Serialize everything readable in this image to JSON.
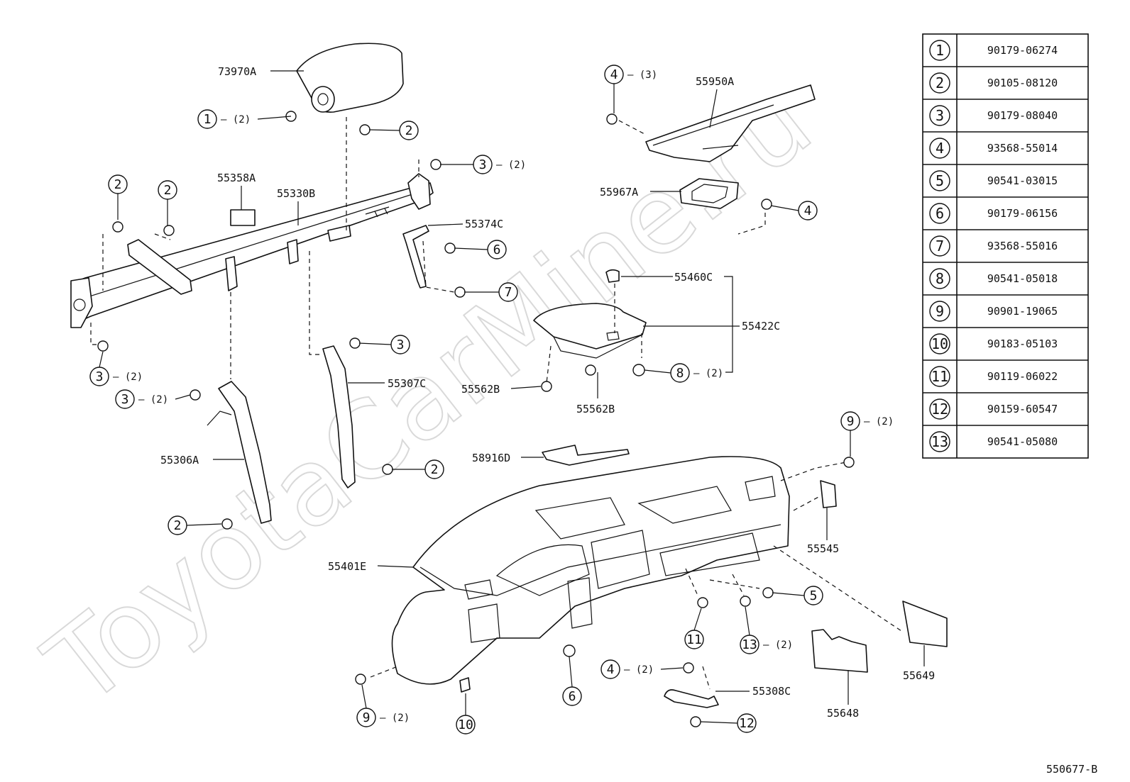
{
  "watermark": "ToyotaCarMine.ru",
  "drawing_id": "550677-B",
  "legend": [
    {
      "num": "1",
      "part": "90179-06274"
    },
    {
      "num": "2",
      "part": "90105-08120"
    },
    {
      "num": "3",
      "part": "90179-08040"
    },
    {
      "num": "4",
      "part": "93568-55014"
    },
    {
      "num": "5",
      "part": "90541-03015"
    },
    {
      "num": "6",
      "part": "90179-06156"
    },
    {
      "num": "7",
      "part": "93568-55016"
    },
    {
      "num": "8",
      "part": "90541-05018"
    },
    {
      "num": "9",
      "part": "90901-19065"
    },
    {
      "num": "10",
      "part": "90183-05103"
    },
    {
      "num": "11",
      "part": "90119-06022"
    },
    {
      "num": "12",
      "part": "90159-60547"
    },
    {
      "num": "13",
      "part": "90541-05080"
    }
  ],
  "part_labels": {
    "p73970A": "73970A",
    "p55358A": "55358A",
    "p55330B": "55330B",
    "p55374C": "55374C",
    "p55307C": "55307C",
    "p55306A": "55306A",
    "p55950A": "55950A",
    "p55967A": "55967A",
    "p55460C": "55460C",
    "p55422C": "55422C",
    "p55562B_a": "55562B",
    "p55562B_b": "55562B",
    "p58916D": "58916D",
    "p55401E": "55401E",
    "p55545": "55545",
    "p55308C": "55308C",
    "p55649": "55649",
    "p55648": "55648"
  },
  "callouts": {
    "c1_top": {
      "num": "1",
      "qty": "(2)"
    },
    "c2_top": {
      "num": "2",
      "qty": ""
    },
    "c3_top": {
      "num": "3",
      "qty": "(2)"
    },
    "c2_left1": {
      "num": "2",
      "qty": ""
    },
    "c2_left2": {
      "num": "2",
      "qty": ""
    },
    "c6_mid": {
      "num": "6",
      "qty": ""
    },
    "c7_mid": {
      "num": "7",
      "qty": ""
    },
    "c3_left": {
      "num": "3",
      "qty": "(2)"
    },
    "c3_mid": {
      "num": "3",
      "qty": "(2)"
    },
    "c3_brk": {
      "num": "3",
      "qty": ""
    },
    "c2_brk": {
      "num": "2",
      "qty": ""
    },
    "c2_bot": {
      "num": "2",
      "qty": ""
    },
    "c4_top": {
      "num": "4",
      "qty": "(3)"
    },
    "c4_right": {
      "num": "4",
      "qty": ""
    },
    "c8": {
      "num": "8",
      "qty": "(2)"
    },
    "c9_right": {
      "num": "9",
      "qty": "(2)"
    },
    "c5": {
      "num": "5",
      "qty": ""
    },
    "c11": {
      "num": "11",
      "qty": ""
    },
    "c13": {
      "num": "13",
      "qty": "(2)"
    },
    "c6_bot": {
      "num": "6",
      "qty": ""
    },
    "c4_bot": {
      "num": "4",
      "qty": "(2)"
    },
    "c12": {
      "num": "12",
      "qty": ""
    },
    "c9_bot": {
      "num": "9",
      "qty": "(2)"
    },
    "c10": {
      "num": "10",
      "qty": ""
    }
  }
}
